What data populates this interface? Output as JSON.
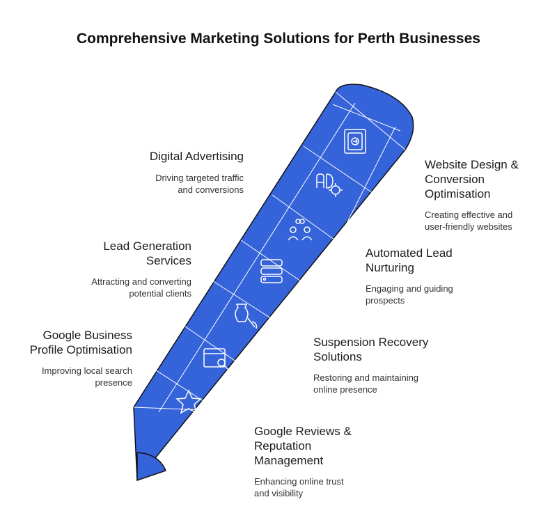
{
  "title": "Comprehensive Marketing Solutions for Perth Businesses",
  "colors": {
    "pencil_fill": "#3563D9",
    "line": "#FFFFFF",
    "outline": "#111111"
  },
  "items": [
    {
      "heading": "Digital Advertising",
      "description": "Driving targeted traffic and conversions",
      "icon": "ad-target-icon"
    },
    {
      "heading": "Website Design & Conversion Optimisation",
      "description": "Creating effective and user-friendly websites",
      "icon": "browser-arrow-icon"
    },
    {
      "heading": "Lead Generation Services",
      "description": "Attracting and converting potential clients",
      "icon": "people-link-icon"
    },
    {
      "heading": "Automated Lead Nurturing",
      "description": "Engaging and guiding prospects",
      "icon": "server-stack-icon"
    },
    {
      "heading": "Google Business Profile Optimisation",
      "description": "Improving local search presence",
      "icon": "web-search-icon"
    },
    {
      "heading": "Suspension Recovery Solutions",
      "description": "Restoring and maintaining online presence",
      "icon": "vase-brush-icon"
    },
    {
      "heading": "Google Reviews & Reputation Management",
      "description": "Enhancing online trust and visibility",
      "icon": "star-icon"
    }
  ]
}
